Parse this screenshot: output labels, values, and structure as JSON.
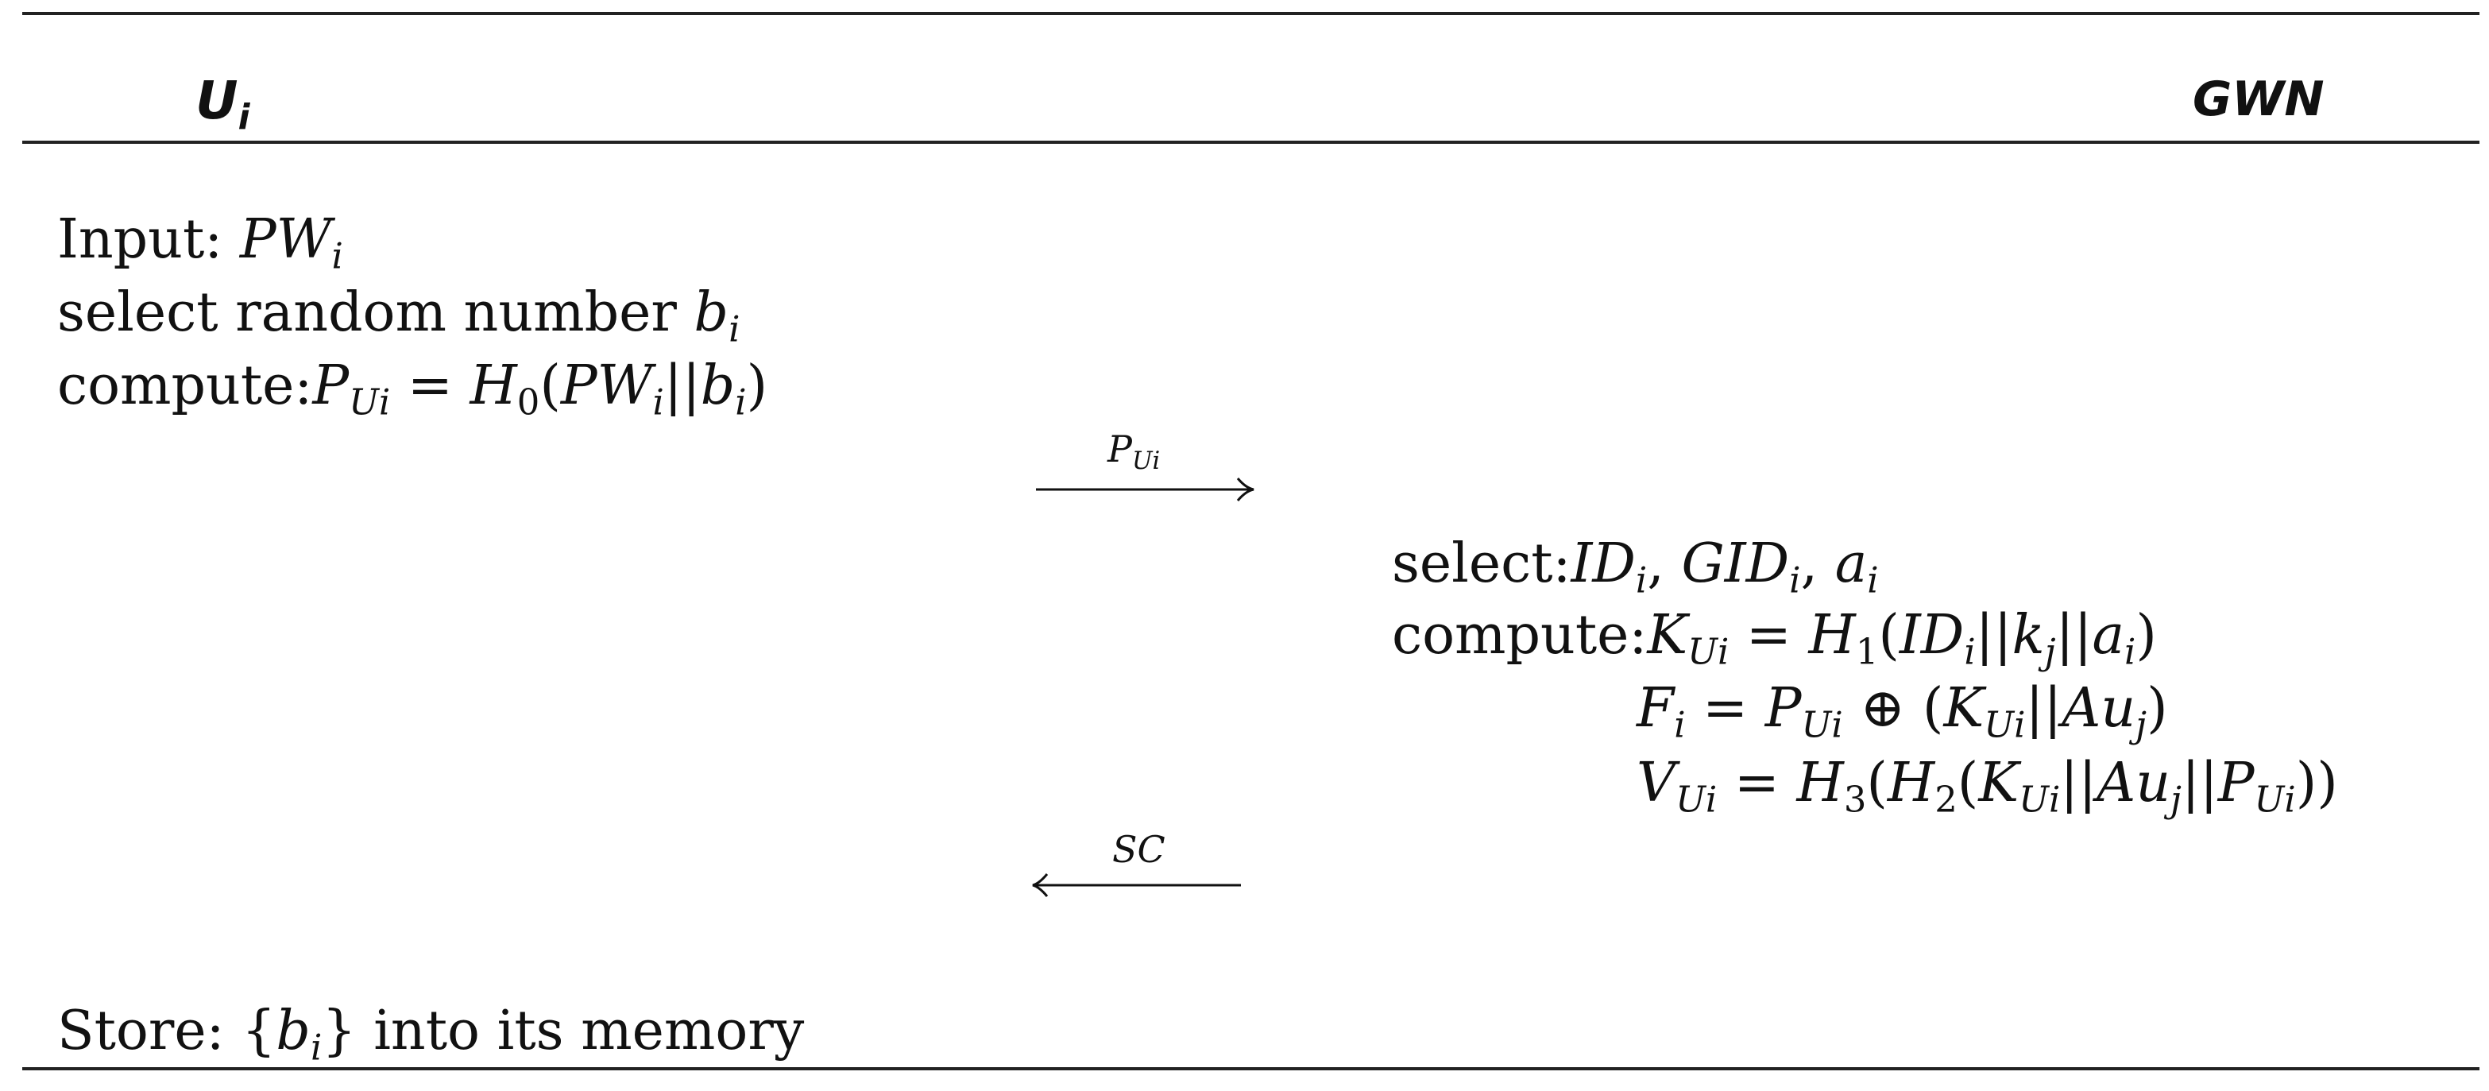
{
  "header": {
    "left_party": "U",
    "left_party_sub": "i",
    "right_party": "GWN"
  },
  "user_steps": {
    "input_label": "Input:",
    "input_value": "PW",
    "input_value_sub": "i",
    "select_label": "select random number",
    "select_value": "b",
    "select_value_sub": "i",
    "compute_label": "compute:"
  },
  "message_1": {
    "label": "P",
    "label_sub": "Ui",
    "direction": "right"
  },
  "gateway_steps": {
    "select_label": "select:",
    "compute_label": "compute:"
  },
  "message_2": {
    "label": "SC",
    "direction": "left"
  },
  "final_step": {
    "store_label": "Store:",
    "store_tail": "into its memory"
  }
}
